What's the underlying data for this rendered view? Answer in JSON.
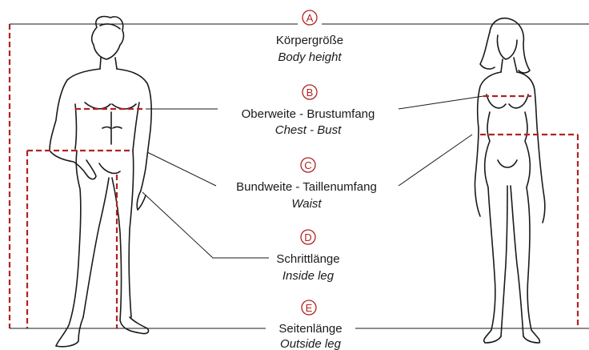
{
  "colors": {
    "accent": "#b22222",
    "line": "#1a1a1a",
    "background": "#ffffff"
  },
  "measurements": [
    {
      "letter": "A",
      "label_de": "Körpergröße",
      "label_en": "Body height"
    },
    {
      "letter": "B",
      "label_de": "Oberweite - Brustumfang",
      "label_en": "Chest - Bust"
    },
    {
      "letter": "C",
      "label_de": "Bundweite - Taillenumfang",
      "label_en": "Waist"
    },
    {
      "letter": "D",
      "label_de": "Schrittlänge",
      "label_en": "Inside leg"
    },
    {
      "letter": "E",
      "label_de": "Seitenlänge",
      "label_en": "Outside leg"
    }
  ]
}
